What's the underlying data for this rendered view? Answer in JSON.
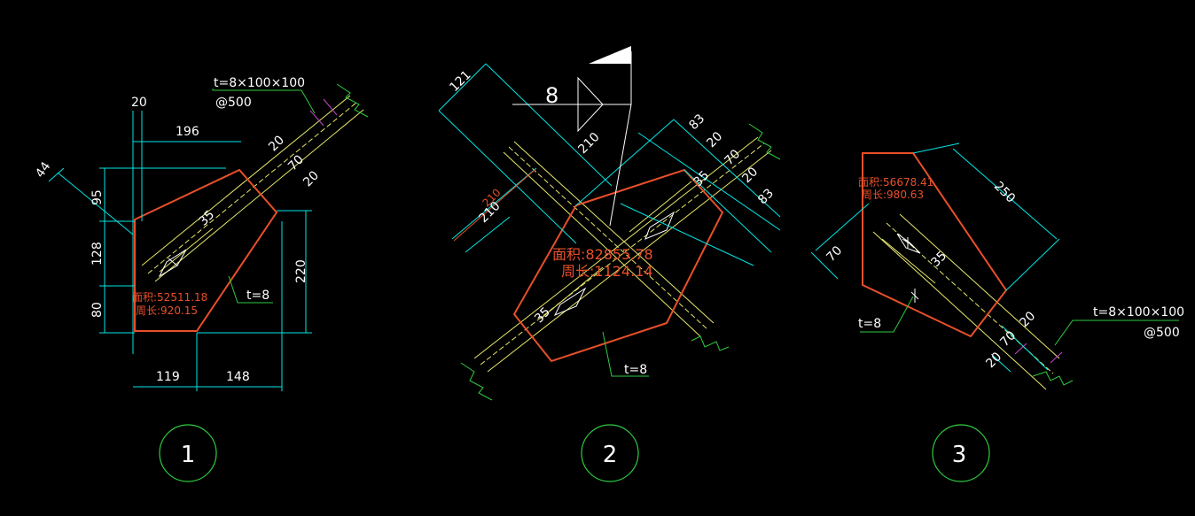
{
  "colors": {
    "background": "#000000",
    "dimension": "#00e6e6",
    "plate": "#e8502a",
    "member": "#e6e66a",
    "leader": "#2ecc40",
    "text": "#ffffff",
    "circle": "#2ecc40",
    "magenta": "#cc44cc"
  },
  "detail1": {
    "number": "1",
    "stiffener_note": "t=8×100×100",
    "stiffener_spacing": "@500",
    "area_label": "面积:52511.18",
    "perimeter_label": "周长:920.15",
    "thickness_label": "t=8",
    "dims": {
      "d20": "20",
      "d196": "196",
      "d44": "44",
      "d95": "95",
      "d128": "128",
      "d80": "80",
      "d220": "220",
      "d119": "119",
      "d148": "148",
      "d35": "35",
      "d20a": "20",
      "d70": "70",
      "d20b": "20"
    }
  },
  "detail2": {
    "number": "2",
    "weld_size": "8",
    "area_label": "面积:82855.78",
    "perimeter_label": "周长:1124.14",
    "thickness_label": "t=8",
    "dims": {
      "d121": "121",
      "d210a": "210",
      "d210b": "210",
      "d210c": "210",
      "d83a": "83",
      "d20a": "20",
      "d70": "70",
      "d20b": "20",
      "d83b": "83",
      "d35a": "35",
      "d35b": "35"
    }
  },
  "detail3": {
    "number": "3",
    "stiffener_note": "t=8×100×100",
    "stiffener_spacing": "@500",
    "area_label": "面积:56678.41",
    "perimeter_label": "周长:980.63",
    "thickness_label": "t=8",
    "dims": {
      "d250": "250",
      "d70a": "70",
      "d35": "35",
      "d20a": "20",
      "d70b": "70",
      "d20b": "20"
    }
  }
}
